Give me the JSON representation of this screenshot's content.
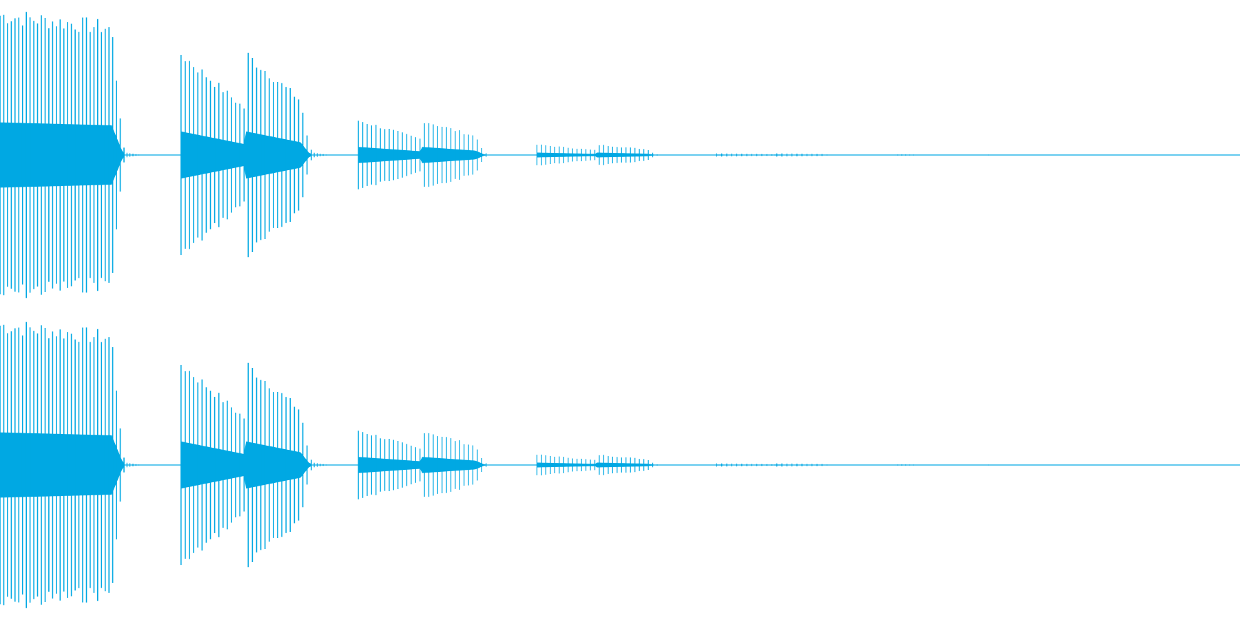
{
  "waveform": {
    "color": "#00a8e3",
    "background": "#ffffff",
    "channel_count": 2,
    "channels": [
      {
        "id": "channel-1"
      },
      {
        "id": "channel-2"
      }
    ],
    "bursts": [
      {
        "start": 0.0,
        "end": 0.1,
        "amp": 0.97,
        "pulses": 34,
        "envelope": "steady"
      },
      {
        "start": 0.146,
        "end": 0.251,
        "amp": 0.7,
        "pulses": 32,
        "envelope": "pinched"
      },
      {
        "start": 0.289,
        "end": 0.392,
        "amp": 0.24,
        "pulses": 30,
        "envelope": "pinched"
      },
      {
        "start": 0.433,
        "end": 0.53,
        "amp": 0.072,
        "pulses": 28,
        "envelope": "pinched"
      },
      {
        "start": 0.578,
        "end": 0.671,
        "amp": 0.012,
        "pulses": 24,
        "envelope": "pinched"
      },
      {
        "start": 0.724,
        "end": 0.74,
        "amp": 0.004,
        "pulses": 6,
        "envelope": "steady"
      },
      {
        "start": 0.797,
        "end": 0.799,
        "amp": 0.003,
        "pulses": 2,
        "envelope": "steady"
      }
    ]
  }
}
